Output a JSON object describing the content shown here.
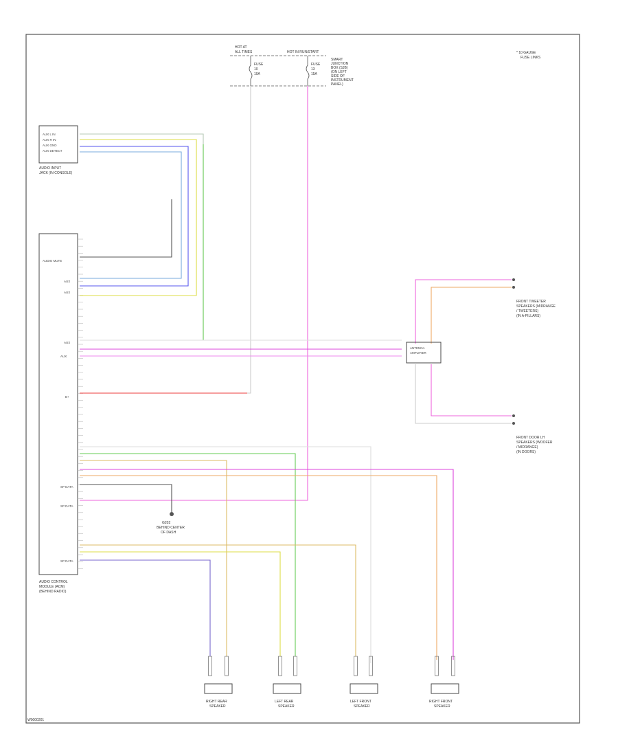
{
  "diagram": {
    "footer_code": "W0000201",
    "top_right_note": [
      "* 10 GAUGE",
      "FUSE LINKS"
    ],
    "hot_labels": [
      "HOT AT",
      "ALL TIMES",
      "HOT IN RUN/START"
    ],
    "fuse_labels": [
      [
        "FUSE",
        "10",
        "10A"
      ],
      [
        "FUSE",
        "13",
        "15A"
      ]
    ],
    "fuse_box_caption": [
      "SMART",
      "JUNCTION",
      "BOX (SJB)",
      "(ON LEFT",
      "SIDE OF",
      "INSTRUMENT",
      "PANEL)"
    ],
    "audio_unit": {
      "pins": [
        "AUX L IN",
        "AUX R IN",
        "AUX GND",
        "AUX DETECT"
      ],
      "caption": [
        "AUDIO INPUT",
        "JACK (IN CONSOLE)"
      ]
    },
    "audio_control_module": {
      "side_labels": [
        "AUDIO MUTE",
        "AUX",
        "AUX",
        "AUX",
        "AUX"
      ],
      "lower_side_labels": [
        "B+",
        "SP DATA",
        "SP DATA",
        "SP DATA"
      ],
      "caption": [
        "AUDIO CONTROL",
        "MODULE (ACM)",
        "(BEHIND RADIO)"
      ]
    },
    "antenna_label": [
      "ANTENNA",
      "AMPLIFIER"
    ],
    "front_tweeter": {
      "caption": [
        "FRONT TWEETER",
        "SPEAKERS (MIDRANGE",
        "/ TWEETERS)",
        "(IN A-PILLARS)"
      ]
    },
    "rear_speaker_unit": {
      "caption": [
        "FRONT DOOR LH",
        "SPEAKERS (WOOFER",
        "/ MIDRANGE)",
        "(IN DOORS)"
      ]
    },
    "ground": {
      "caption": [
        "G202",
        "BEHIND CENTER",
        "OF DASH"
      ]
    },
    "speakers": [
      {
        "label": [
          "RIGHT REAR",
          "SPEAKER"
        ]
      },
      {
        "label": [
          "LEFT REAR",
          "SPEAKER"
        ]
      },
      {
        "label": [
          "LEFT FRONT",
          "SPEAKER"
        ]
      },
      {
        "label": [
          "RIGHT FRONT",
          "SPEAKER"
        ]
      }
    ],
    "wire_colors": {
      "red": "#ee3b3b",
      "pink": "#ee66dd",
      "magenta": "#dd44dd",
      "yellow": "#dddd44",
      "green": "#66cc55",
      "blue": "#5555ee",
      "lightblue": "#77aadd",
      "orange": "#eeaa66",
      "tan": "#ddbb66",
      "purple": "#7766cc",
      "gray": "#aaaaaa",
      "dark": "#555555"
    }
  }
}
